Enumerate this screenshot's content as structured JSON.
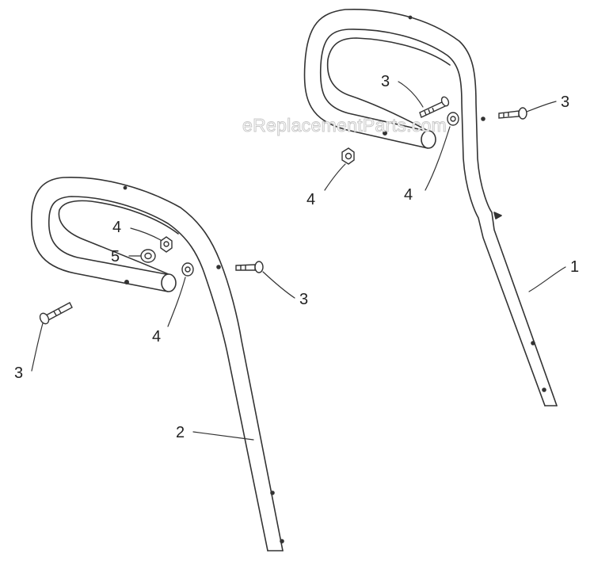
{
  "diagram": {
    "watermark": "eReplacementParts.com",
    "labels": {
      "part_1": "1",
      "part_2": "2",
      "part_3": "3",
      "part_4": "4",
      "part_5": "5"
    },
    "colors": {
      "line": "#333333",
      "fill": "#ffffff",
      "background": "#ffffff"
    }
  }
}
